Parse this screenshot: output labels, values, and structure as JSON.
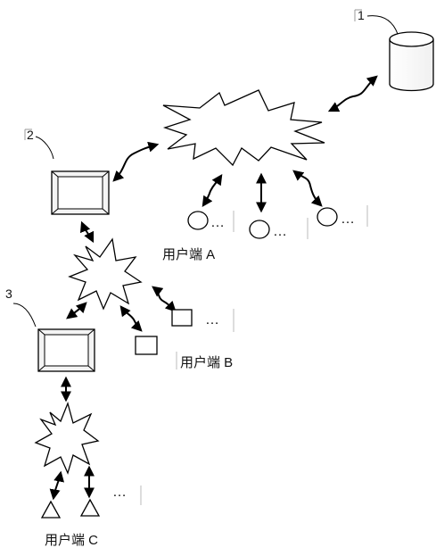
{
  "diagram": {
    "labels": {
      "database_number": "1",
      "server_a_number": "2",
      "server_b_number": "3"
    },
    "groups": {
      "a": {
        "name": "用户端 A",
        "ellipsis_1": "…",
        "ellipsis_2": "…",
        "ellipsis_3": "…"
      },
      "b": {
        "name": "用户端 B",
        "ellipsis": "…"
      },
      "c": {
        "name": "用户端 C",
        "ellipsis": "…"
      }
    }
  }
}
